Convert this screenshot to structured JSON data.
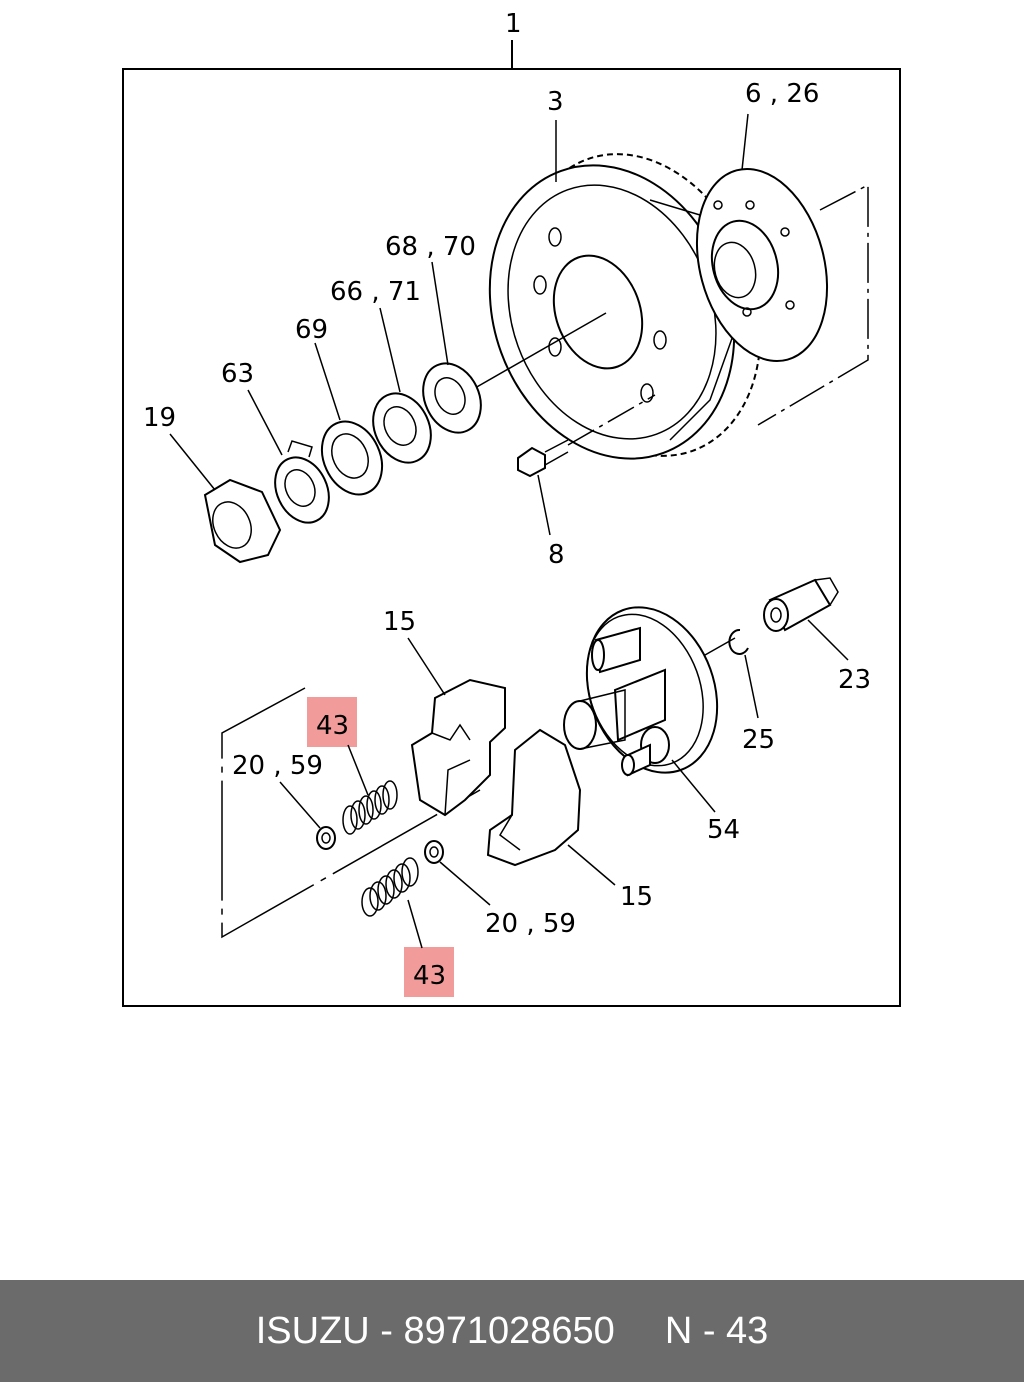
{
  "diagram": {
    "callouts": {
      "c1": "1",
      "c3": "3",
      "c6_26": "6 , 26",
      "c68_70": "68 , 70",
      "c66_71": "66 , 71",
      "c69": "69",
      "c63": "63",
      "c19": "19",
      "c8": "8",
      "c15_top": "15",
      "c15_bottom": "15",
      "c43_top": "43",
      "c43_bottom": "43",
      "c20_59_left": "20 , 59",
      "c20_59_right": "20 , 59",
      "c23": "23",
      "c25": "25",
      "c54": "54"
    },
    "highlight_color": "#f08a8a"
  },
  "footer": {
    "brand": "ISUZU",
    "separator": "-",
    "part_number": "8971028650",
    "position_prefix": "N -",
    "position": "43",
    "background": "#6b6b6b"
  }
}
